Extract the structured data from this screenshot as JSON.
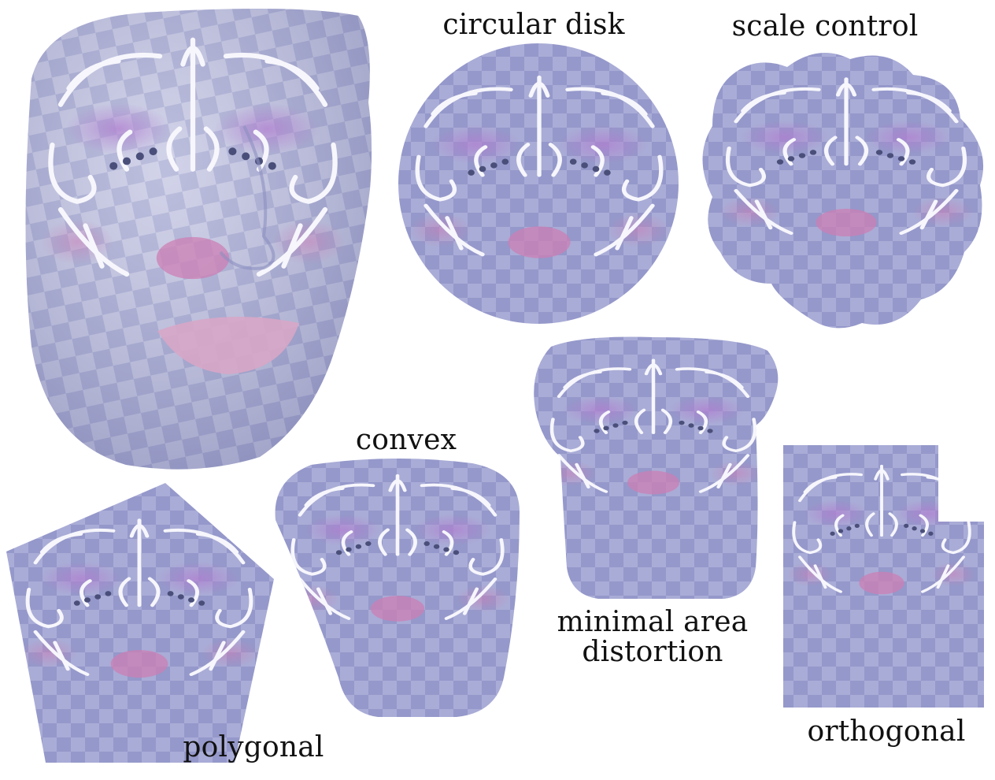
{
  "figure": {
    "captions": {
      "circular": "circular disk",
      "scale": "scale control",
      "convex": "convex",
      "minimal_line1": "minimal area",
      "minimal_line2": "distortion",
      "polygonal": "polygonal",
      "orthogonal": "orthogonal"
    }
  },
  "colors": {
    "background": "#ffffff",
    "texture_base": "#a9acd6",
    "checker_dark": "#9194c7",
    "checker_light": "#b4b7df",
    "ornament": "#f4f4fb",
    "eyeshadow": "#b48ad0",
    "lips": "#d08ab6",
    "dots": "#4a4f7a",
    "face_skin": "#c6c8e4"
  }
}
